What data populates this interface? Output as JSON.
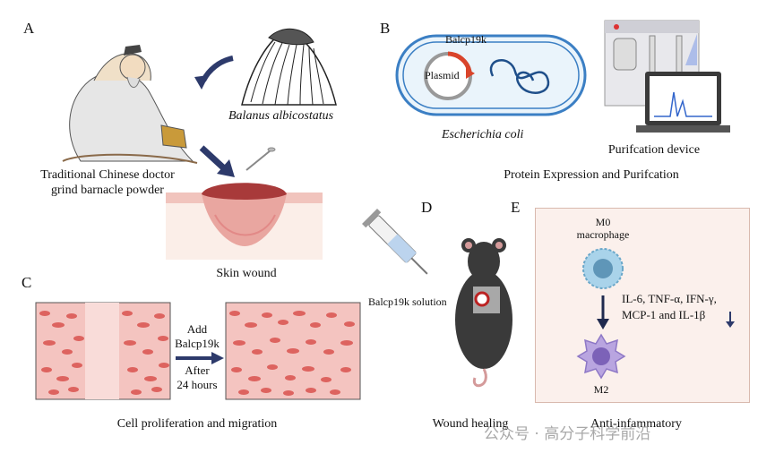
{
  "panel_a": {
    "letter": "A",
    "species": "Balanus albicostatus",
    "doctor_caption_line1": "Traditional Chinese doctor",
    "doctor_caption_line2": "grind barnacle powder",
    "wound_caption": "Skin wound"
  },
  "panel_b": {
    "letter": "B",
    "gene_label": "Balcp19k",
    "plasmid_label": "Plasmid",
    "host_label": "Escherichia coli",
    "device_label": "Purifcation device",
    "caption": "Protein Expression and Purifcation"
  },
  "panel_c": {
    "letter": "C",
    "step_line1": "Add",
    "step_line2": "Balcp19k",
    "time_line1": "After",
    "time_line2": "24 hours",
    "caption": "Cell proliferation and migration"
  },
  "panel_d": {
    "letter": "D",
    "solution_label": "Balcp19k  solution",
    "caption": "Wound healing"
  },
  "panel_e": {
    "letter": "E",
    "m0_line1": "M0",
    "m0_line2": "macrophage",
    "cytokines_line1": "IL-6, TNF-α, IFN-γ,",
    "cytokines_line2": "MCP-1 and IL-1β",
    "m2_label": "M2",
    "caption": "Anti-infammatory"
  },
  "watermark": "公众号 · 高分子科学前沿",
  "colors": {
    "arrow": "#2d3a6b",
    "cell_red": "#d9534f",
    "tissue_pink": "#f3c1b8",
    "m0_blue": "#a9d3ea",
    "m2_purple": "#b9a5e0",
    "panel_e_bg": "#fbf0ec"
  }
}
